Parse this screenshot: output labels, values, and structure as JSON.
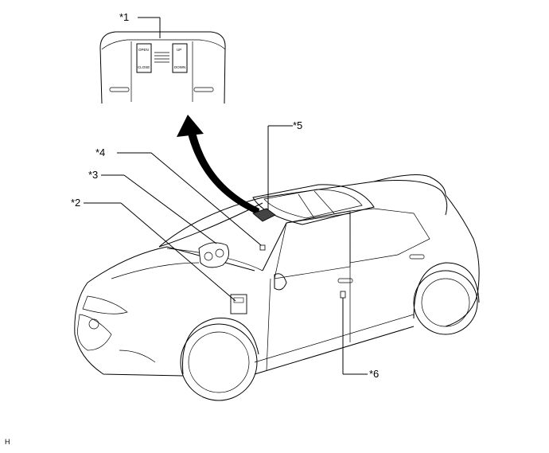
{
  "callouts": {
    "c1": "*1",
    "c2": "*2",
    "c3": "*3",
    "c4": "*4",
    "c5": "*5",
    "c6": "*6"
  },
  "console_panel": {
    "open_label": "OPEN",
    "close_label": "CLOSE",
    "up_label": "UP",
    "down_label": "DOWN"
  },
  "footer_code": "H"
}
